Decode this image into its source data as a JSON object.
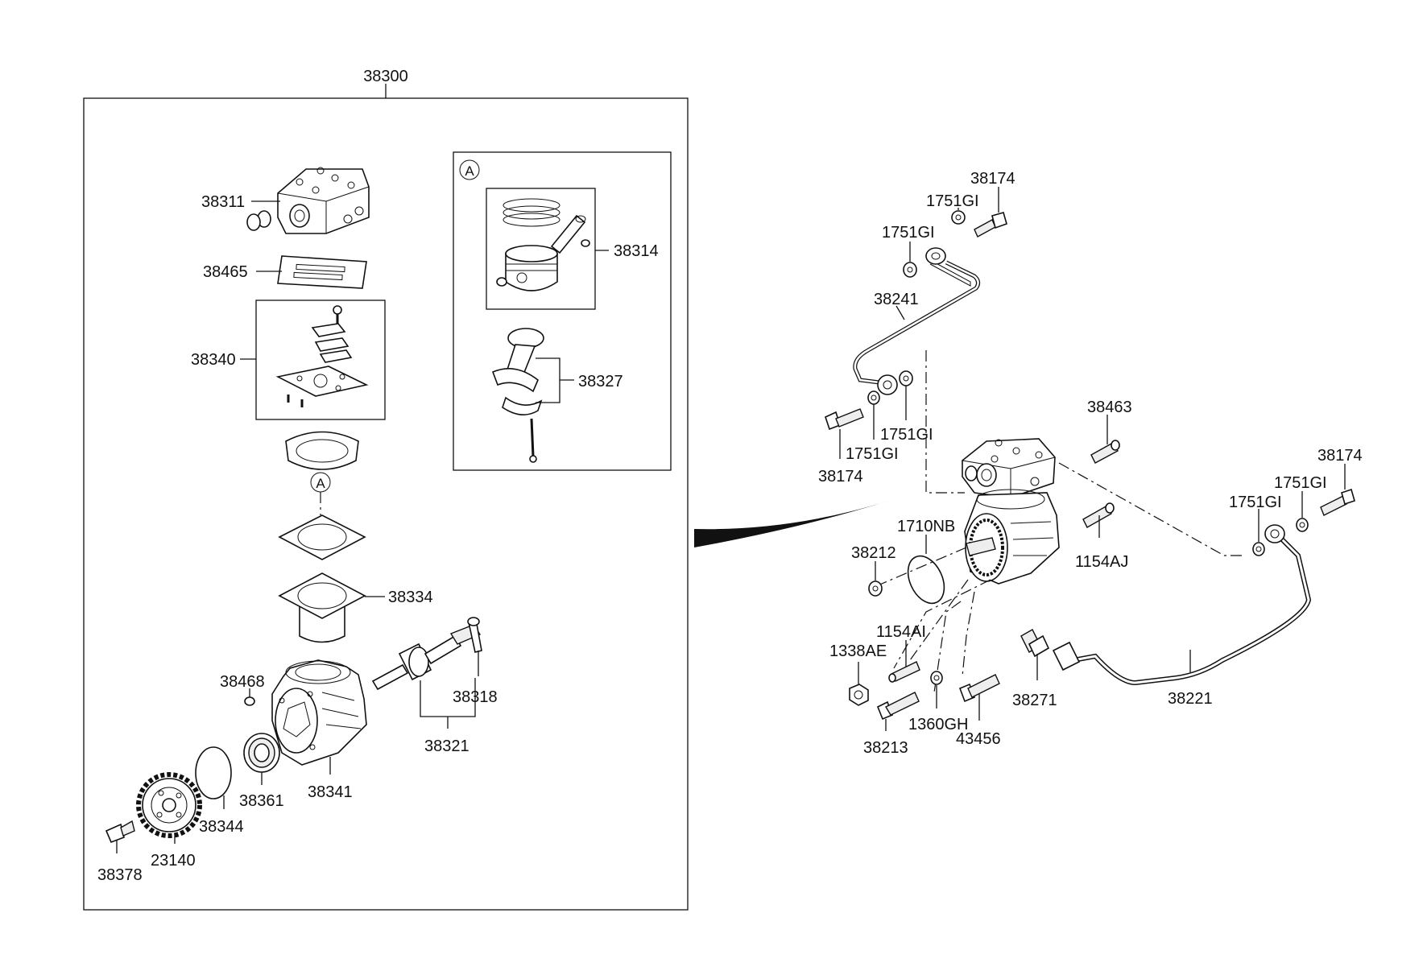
{
  "labels": {
    "l38300": "38300",
    "l38311": "38311",
    "l38465": "38465",
    "l38340": "38340",
    "l38334": "38334",
    "l38468": "38468",
    "l38318": "38318",
    "l38321": "38321",
    "l38341": "38341",
    "l38361": "38361",
    "l38344": "38344",
    "l23140": "23140",
    "l38378": "38378",
    "l38314": "38314",
    "l38327": "38327",
    "l38174_a": "38174",
    "l1751GI_a": "1751GI",
    "l1751GI_b": "1751GI",
    "l38241": "38241",
    "l1751GI_c": "1751GI",
    "l1751GI_d": "1751GI",
    "l38174_b": "38174",
    "l38463": "38463",
    "l38174_c": "38174",
    "l1751GI_e": "1751GI",
    "l1751GI_f": "1751GI",
    "l1710NB": "1710NB",
    "l38212": "38212",
    "l1154AJ": "1154AJ",
    "l1154AI": "1154AI",
    "l1338AE": "1338AE",
    "l38271": "38271",
    "l38221": "38221",
    "l38213": "38213",
    "l1360GH": "1360GH",
    "l43456": "43456",
    "ref_a_1": "A",
    "ref_a_2": "A"
  },
  "icons": [
    "compressor-head-icon",
    "gasket-icon",
    "valve-plate-icon",
    "cylinder-icon",
    "crankshaft-icon",
    "gear-icon",
    "bolt-icon",
    "washer-icon",
    "pipe-icon",
    "piston-icon",
    "connecting-rod-icon",
    "bearing-icon",
    "o-ring-icon",
    "nut-icon"
  ]
}
